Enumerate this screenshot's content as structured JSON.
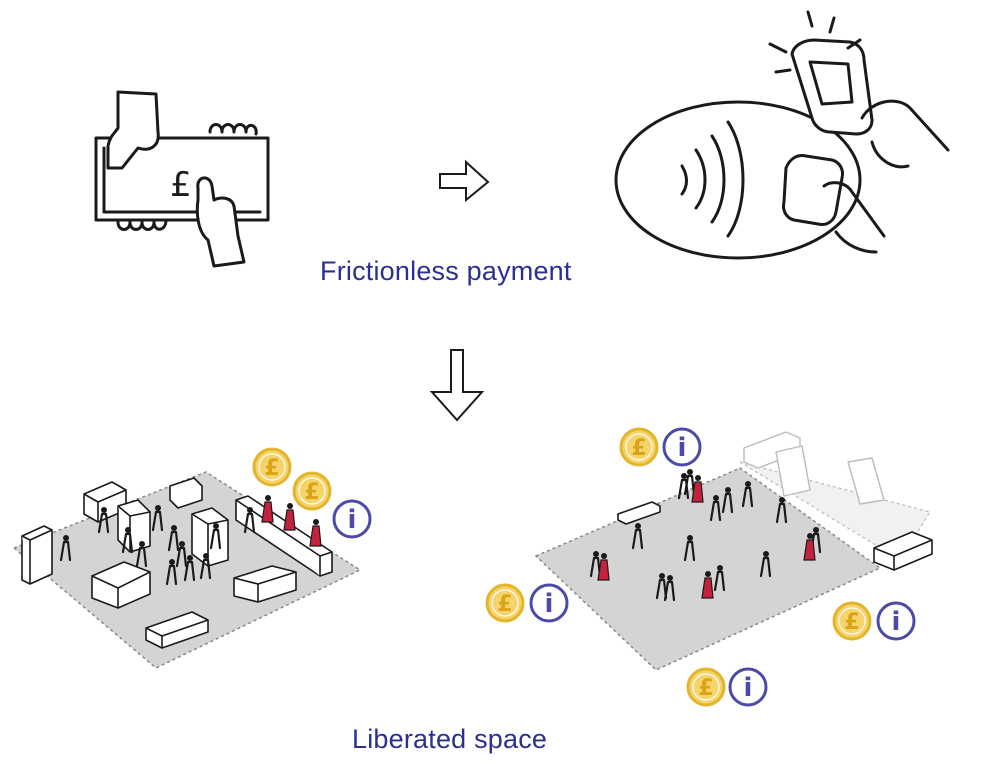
{
  "captions": {
    "top": "Frictionless payment",
    "bottom": "Liberated space"
  },
  "symbols": {
    "currency": "£",
    "info": "i"
  },
  "colors": {
    "ink": "#1a1a1a",
    "caption": "#2b2f8f",
    "coin_fill": "#f6d36b",
    "coin_ring": "#e2b52a",
    "coin_text": "#d9a514",
    "info_ring": "#4b4aa6",
    "plaza": "#d4d4d4",
    "accent_person": "#c4213d"
  },
  "icons": [
    "cash-hands-icon",
    "arrow-right-icon",
    "contactless-payment-icon",
    "arrow-down-icon",
    "pound-coin-icon",
    "info-icon"
  ]
}
